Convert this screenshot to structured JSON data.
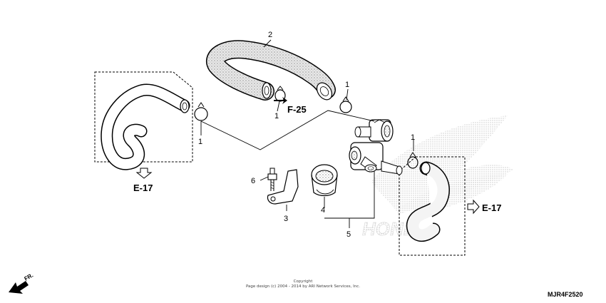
{
  "callouts": {
    "c1a": "1",
    "c1b": "1",
    "c1c": "1",
    "c1d": "1",
    "c2": "2",
    "c3": "3",
    "c4": "4",
    "c5": "5",
    "c6": "6"
  },
  "refs": {
    "e17_left": "E-17",
    "e17_right": "E-17",
    "f25": "F-25"
  },
  "front_marker": "FR.",
  "copyright": {
    "line1": "Copyright",
    "line2": "Page design (c) 2004 - 2014 by ARI Network Services, Inc."
  },
  "diagram_code": "MJR4F2520",
  "watermark": "HONDA",
  "colors": {
    "line": "#000000",
    "hose_fill": "#e2e2e2",
    "watermark": "#cfcfcf"
  }
}
